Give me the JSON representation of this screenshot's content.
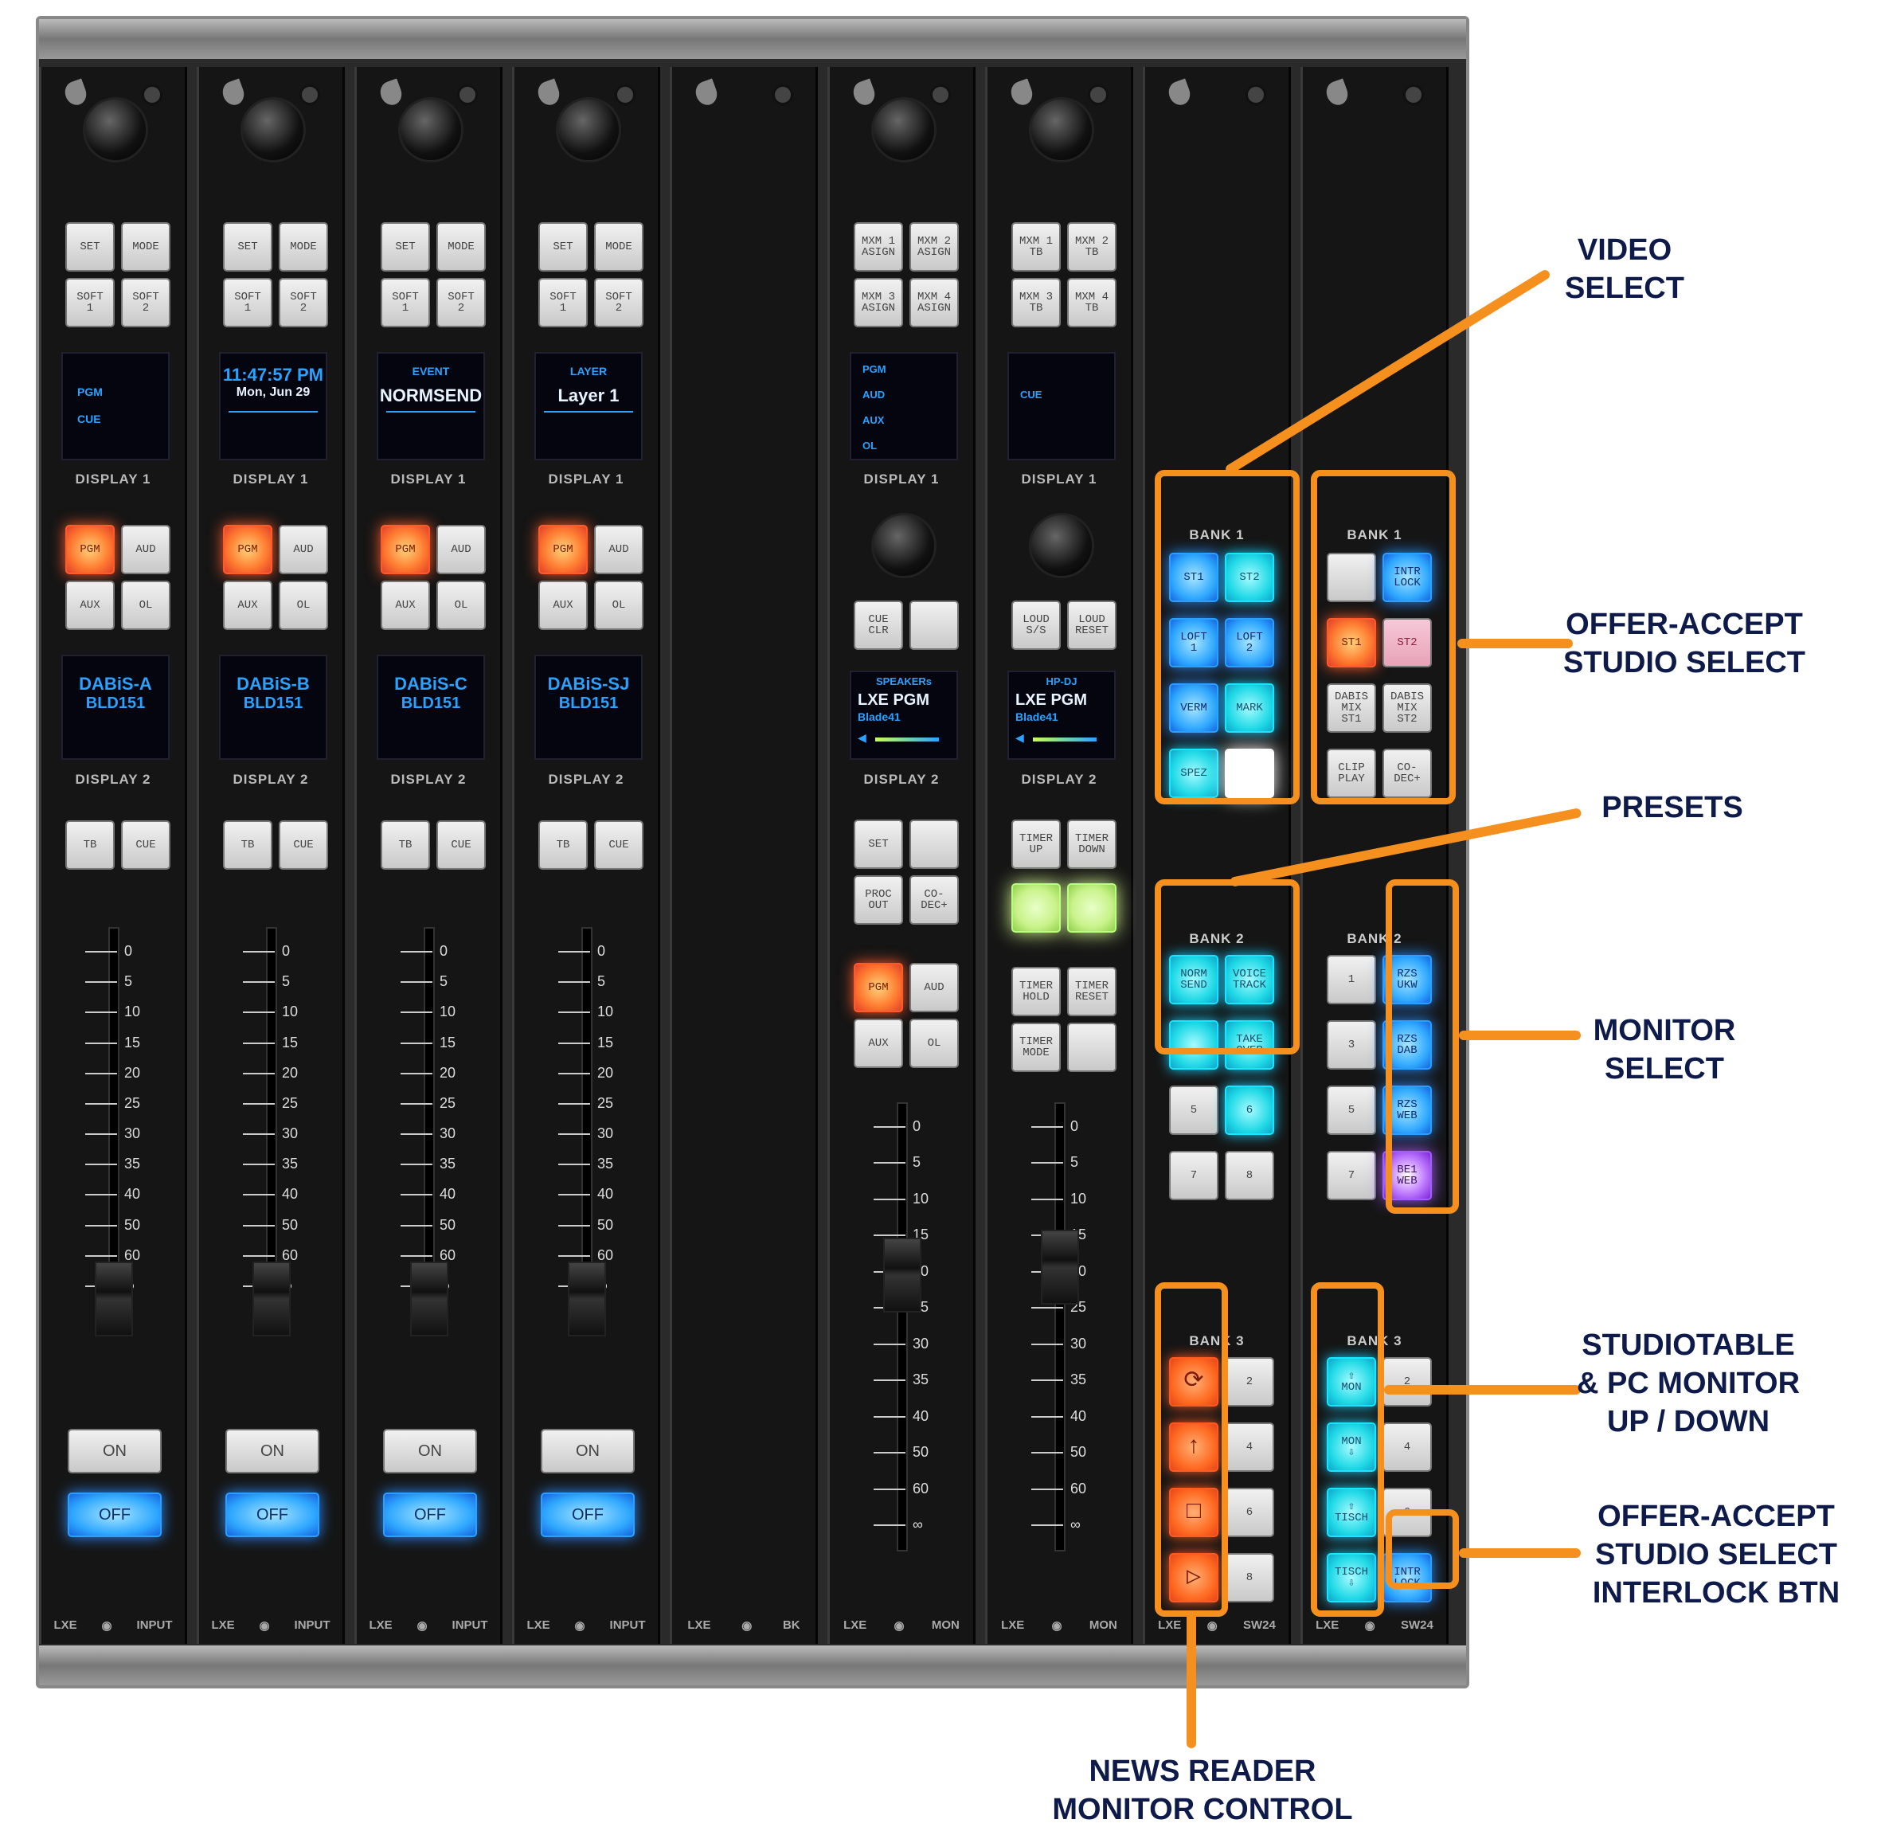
{
  "colors": {
    "annotation": "#f5901e",
    "annotation_text": "#0d1a4a",
    "display_text": "#29a3ff",
    "pgm": "#ff6a22",
    "off": "#2a8cff"
  },
  "input_strips": [
    {
      "top_buttons": [
        "SET",
        "MODE",
        "SOFT\n1",
        "SOFT\n2"
      ],
      "display1_lines": [
        "PGM",
        "CUE"
      ],
      "display1_label": "DISPLAY 1",
      "mode_buttons": [
        "PGM",
        "AUD",
        "AUX",
        "OL"
      ],
      "display2_name": "DABiS-A",
      "display2_sub": "BLD151",
      "display2_label": "DISPLAY 2",
      "tb": "TB",
      "cue": "CUE",
      "on": "ON",
      "off": "OFF",
      "footer_left": "LXE",
      "footer_right": "INPUT"
    },
    {
      "top_buttons": [
        "SET",
        "MODE",
        "SOFT\n1",
        "SOFT\n2"
      ],
      "display1_lines": [
        "11:47:57 PM",
        "Mon, Jun 29"
      ],
      "display1_label": "DISPLAY 1",
      "mode_buttons": [
        "PGM",
        "AUD",
        "AUX",
        "OL"
      ],
      "display2_name": "DABiS-B",
      "display2_sub": "BLD151",
      "display2_label": "DISPLAY 2",
      "tb": "TB",
      "cue": "CUE",
      "on": "ON",
      "off": "OFF",
      "footer_left": "LXE",
      "footer_right": "INPUT"
    },
    {
      "top_buttons": [
        "SET",
        "MODE",
        "SOFT\n1",
        "SOFT\n2"
      ],
      "display1_lines": [
        "EVENT",
        "NORMSEND"
      ],
      "display1_label": "DISPLAY 1",
      "mode_buttons": [
        "PGM",
        "AUD",
        "AUX",
        "OL"
      ],
      "display2_name": "DABiS-C",
      "display2_sub": "BLD151",
      "display2_label": "DISPLAY 2",
      "tb": "TB",
      "cue": "CUE",
      "on": "ON",
      "off": "OFF",
      "footer_left": "LXE",
      "footer_right": "INPUT"
    },
    {
      "top_buttons": [
        "SET",
        "MODE",
        "SOFT\n1",
        "SOFT\n2"
      ],
      "display1_lines": [
        "LAYER",
        "Layer 1"
      ],
      "display1_label": "DISPLAY 1",
      "mode_buttons": [
        "PGM",
        "AUD",
        "AUX",
        "OL"
      ],
      "display2_name": "DABiS-SJ",
      "display2_sub": "BLD151",
      "display2_label": "DISPLAY 2",
      "tb": "TB",
      "cue": "CUE",
      "on": "ON",
      "off": "OFF",
      "footer_left": "LXE",
      "footer_right": "INPUT"
    }
  ],
  "fader_scale": [
    "0",
    "5",
    "10",
    "15",
    "20",
    "25",
    "30",
    "35",
    "40",
    "50",
    "60",
    "∞"
  ],
  "bk_strip": {
    "footer_left": "LXE",
    "footer_right": "BK"
  },
  "mon_strip_1": {
    "top_buttons": [
      "MXM 1\nASIGN",
      "MXM 2\nASIGN",
      "MXM 3\nASIGN",
      "MXM 4\nASIGN"
    ],
    "display1_lines": [
      "PGM",
      "AUD",
      "AUX",
      "OL"
    ],
    "display1_label": "DISPLAY 1",
    "mid_buttons": [
      "CUE\nCLR",
      ""
    ],
    "display2_header": "SPEAKERs",
    "display2_name": "LXE PGM",
    "display2_sub": "Blade41",
    "display2_label": "DISPLAY 2",
    "lower_buttons": [
      "SET",
      "",
      "PROC\nOUT",
      "CO-\nDEC+"
    ],
    "mode_buttons": [
      "PGM",
      "AUD",
      "AUX",
      "OL"
    ],
    "footer_left": "LXE",
    "footer_right": "MON"
  },
  "mon_strip_2": {
    "top_buttons": [
      "MXM 1\nTB",
      "MXM 2\nTB",
      "MXM 3\nTB",
      "MXM 4\nTB"
    ],
    "display1_lines": [
      "CUE"
    ],
    "display1_label": "DISPLAY 1",
    "mid_buttons": [
      "LOUD\nS/S",
      "LOUD\nRESET"
    ],
    "display2_header": "HP-DJ",
    "display2_name": "LXE PGM",
    "display2_sub": "Blade41",
    "display2_label": "DISPLAY 2",
    "lower_buttons": [
      "TIMER\nUP",
      "TIMER\nDOWN",
      "",
      "",
      "TIMER\nHOLD",
      "TIMER\nRESET",
      "TIMER\nMODE",
      ""
    ],
    "footer_left": "LXE",
    "footer_right": "MON"
  },
  "sw_strip_1": {
    "bank1_label": "BANK 1",
    "bank1_buttons": [
      "ST1",
      "ST2",
      "LOFT\n1",
      "LOFT\n2",
      "VERM",
      "MARK",
      "SPEZ",
      ""
    ],
    "bank2_label": "BANK 2",
    "bank2_buttons": [
      "NORM\nSEND",
      "VOICE\nTRACK",
      "",
      "TAKE\nOVER",
      "5",
      "6",
      "7",
      "8"
    ],
    "bank3_label": "BANK 3",
    "bank3_buttons": [
      "⟳",
      "2",
      "↑",
      "4",
      "□",
      "6",
      "▷",
      "8"
    ],
    "footer_left": "LXE",
    "footer_right": "SW24"
  },
  "sw_strip_2": {
    "bank1_label": "BANK 1",
    "bank1_buttons": [
      "",
      "INTR\nLOCK",
      "ST1",
      "ST2",
      "DABIS\nMIX\nST1",
      "DABIS\nMIX\nST2",
      "CLIP\nPLAY",
      "CO-\nDEC+"
    ],
    "bank2_label": "BANK 2",
    "bank2_buttons": [
      "1",
      "RZS\nUKW",
      "3",
      "RZS\nDAB",
      "5",
      "RZS\nWEB",
      "7",
      "BE1\nWEB"
    ],
    "bank3_label": "BANK 3",
    "bank3_buttons": [
      "⇧\nMON",
      "2",
      "MON\n⇩",
      "4",
      "⇧\nTISCH",
      "6",
      "TISCH\n⇩",
      "INTR\nLOCK"
    ],
    "footer_left": "LXE",
    "footer_right": "SW24"
  },
  "annotations": {
    "video_select": "VIDEO\nSELECT",
    "offer_accept": "OFFER-ACCEPT\nSTUDIO SELECT",
    "presets": "PRESETS",
    "monitor_select": "MONITOR\nSELECT",
    "studiotable": "STUDIOTABLE\n& PC MONITOR\nUP / DOWN",
    "interlock": "OFFER-ACCEPT\nSTUDIO SELECT\nINTERLOCK BTN",
    "news_reader": "NEWS READER\nMONITOR CONTROL"
  }
}
